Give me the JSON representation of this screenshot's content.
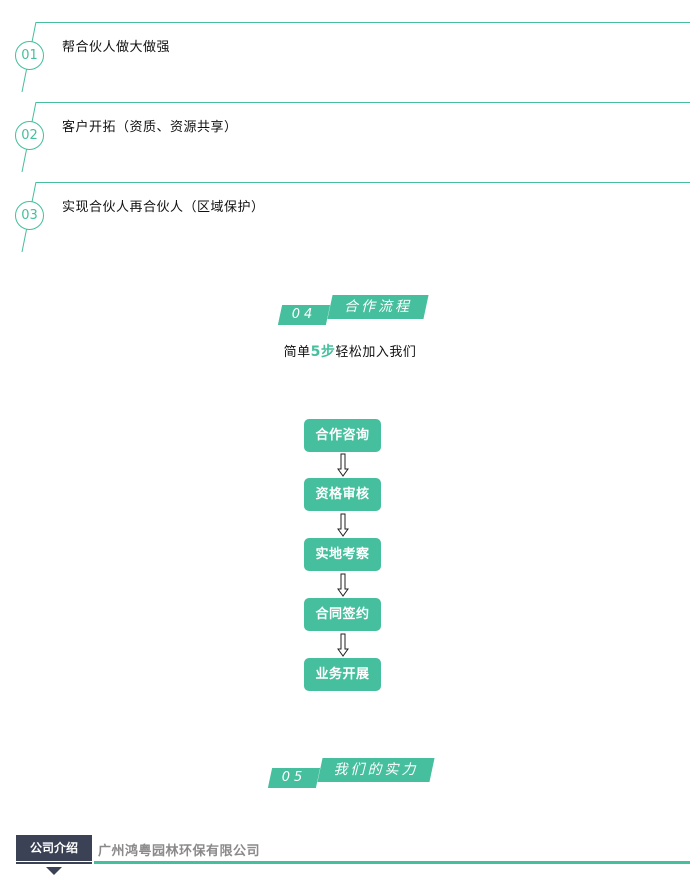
{
  "advantages": [
    {
      "num": "01",
      "text": "帮合伙人做大做强"
    },
    {
      "num": "02",
      "text": "客户开拓（资质、资源共享）"
    },
    {
      "num": "03",
      "text": "实现合伙人再合伙人（区域保护）"
    }
  ],
  "process_section": {
    "num": "04",
    "title": "合作流程",
    "subtitle_pre": "简单",
    "subtitle_highlight": "5步",
    "subtitle_post": "轻松加入我们"
  },
  "steps": [
    "合作咨询",
    "资格审核",
    "实地考察",
    "合同签约",
    "业务开展"
  ],
  "strength_section": {
    "num": "05",
    "title": "我们的实力"
  },
  "company_intro": {
    "tab_label": "公司介绍",
    "company_name": "广州鸿粤园林环保有限公司"
  },
  "colors": {
    "accent": "#45bf9d",
    "dark": "#3b4256"
  }
}
